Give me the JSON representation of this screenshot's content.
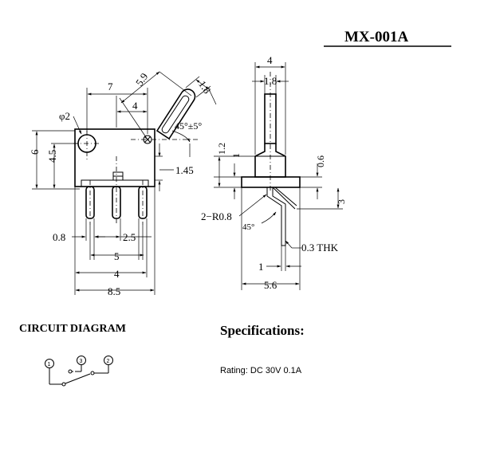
{
  "title": "MX-001A",
  "front_view": {
    "dims": {
      "d_7": "7",
      "d_5_9": "5.9",
      "d_1_8": "1.8",
      "d_phi2": "φ2",
      "d_4_top": "4",
      "d_angle": "45°±5°",
      "d_6": "6",
      "d_4_5": "4.5",
      "d_1_45": "1.45",
      "d_0_8": "0.8",
      "d_2_5": "2.5",
      "d_5": "5",
      "d_4_bottom": "4",
      "d_8_5": "8.5"
    }
  },
  "side_view": {
    "dims": {
      "d_4": "4",
      "d_1_8": "1.8",
      "d_1_2": "1.2",
      "d_1": "1",
      "d_0_6": "0.6",
      "d_3": "3",
      "d_2r08": "2−R0.8",
      "d_45": "45°",
      "d_0_3thk": "0.3  THK",
      "d_1_bottom": "1",
      "d_5_6": "5.6"
    }
  },
  "circuit": {
    "heading": "CIRCUIT DIAGRAM",
    "terminals": [
      "1",
      "3",
      "2"
    ]
  },
  "specs": {
    "heading": "Specifications:",
    "rating": "Rating: DC 30V 0.1A"
  }
}
